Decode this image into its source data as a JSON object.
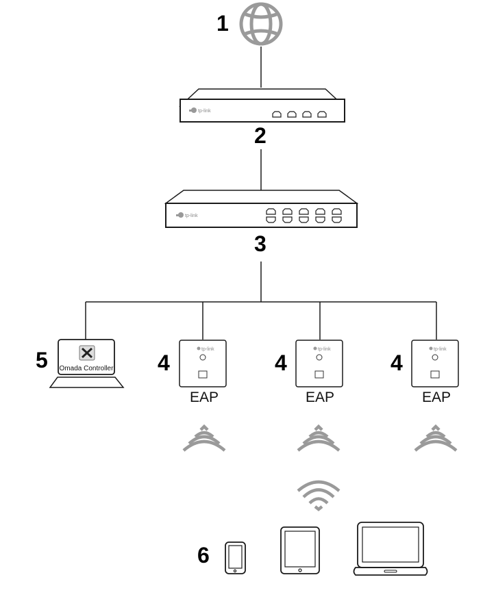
{
  "diagram": {
    "title": "Omada network topology",
    "colors": {
      "line": "#1a1a1a",
      "icon_gray": "#9a9a9a",
      "background": "#ffffff"
    },
    "nodes": [
      {
        "id": "internet",
        "number": "1",
        "type": "globe-icon",
        "label": ""
      },
      {
        "id": "router",
        "number": "2",
        "type": "router",
        "brand": "tp-link",
        "ports": 4
      },
      {
        "id": "switch",
        "number": "3",
        "type": "switch",
        "brand": "tp-link",
        "ports": 10
      },
      {
        "id": "eap1",
        "number": "4",
        "type": "eap",
        "brand": "tp-link",
        "label": "EAP"
      },
      {
        "id": "eap2",
        "number": "4",
        "type": "eap",
        "brand": "tp-link",
        "label": "EAP"
      },
      {
        "id": "eap3",
        "number": "4",
        "type": "eap",
        "brand": "tp-link",
        "label": "EAP"
      },
      {
        "id": "controller",
        "number": "5",
        "type": "laptop",
        "label": "Omada Controller",
        "icon": "tools-icon"
      },
      {
        "id": "clients",
        "number": "6",
        "type": "client-devices",
        "devices": [
          "phone",
          "tablet",
          "laptop"
        ]
      }
    ],
    "edges": [
      {
        "from": "internet",
        "to": "router"
      },
      {
        "from": "router",
        "to": "switch"
      },
      {
        "from": "switch",
        "to": "controller"
      },
      {
        "from": "switch",
        "to": "eap1"
      },
      {
        "from": "switch",
        "to": "eap2"
      },
      {
        "from": "switch",
        "to": "eap3"
      }
    ],
    "labels": {
      "n1": "1",
      "n2": "2",
      "n3": "3",
      "n4a": "4",
      "n4b": "4",
      "n4c": "4",
      "n5": "5",
      "n6": "6",
      "eap": "EAP",
      "controller": "Omada Controller",
      "brand": "tp-link"
    }
  }
}
